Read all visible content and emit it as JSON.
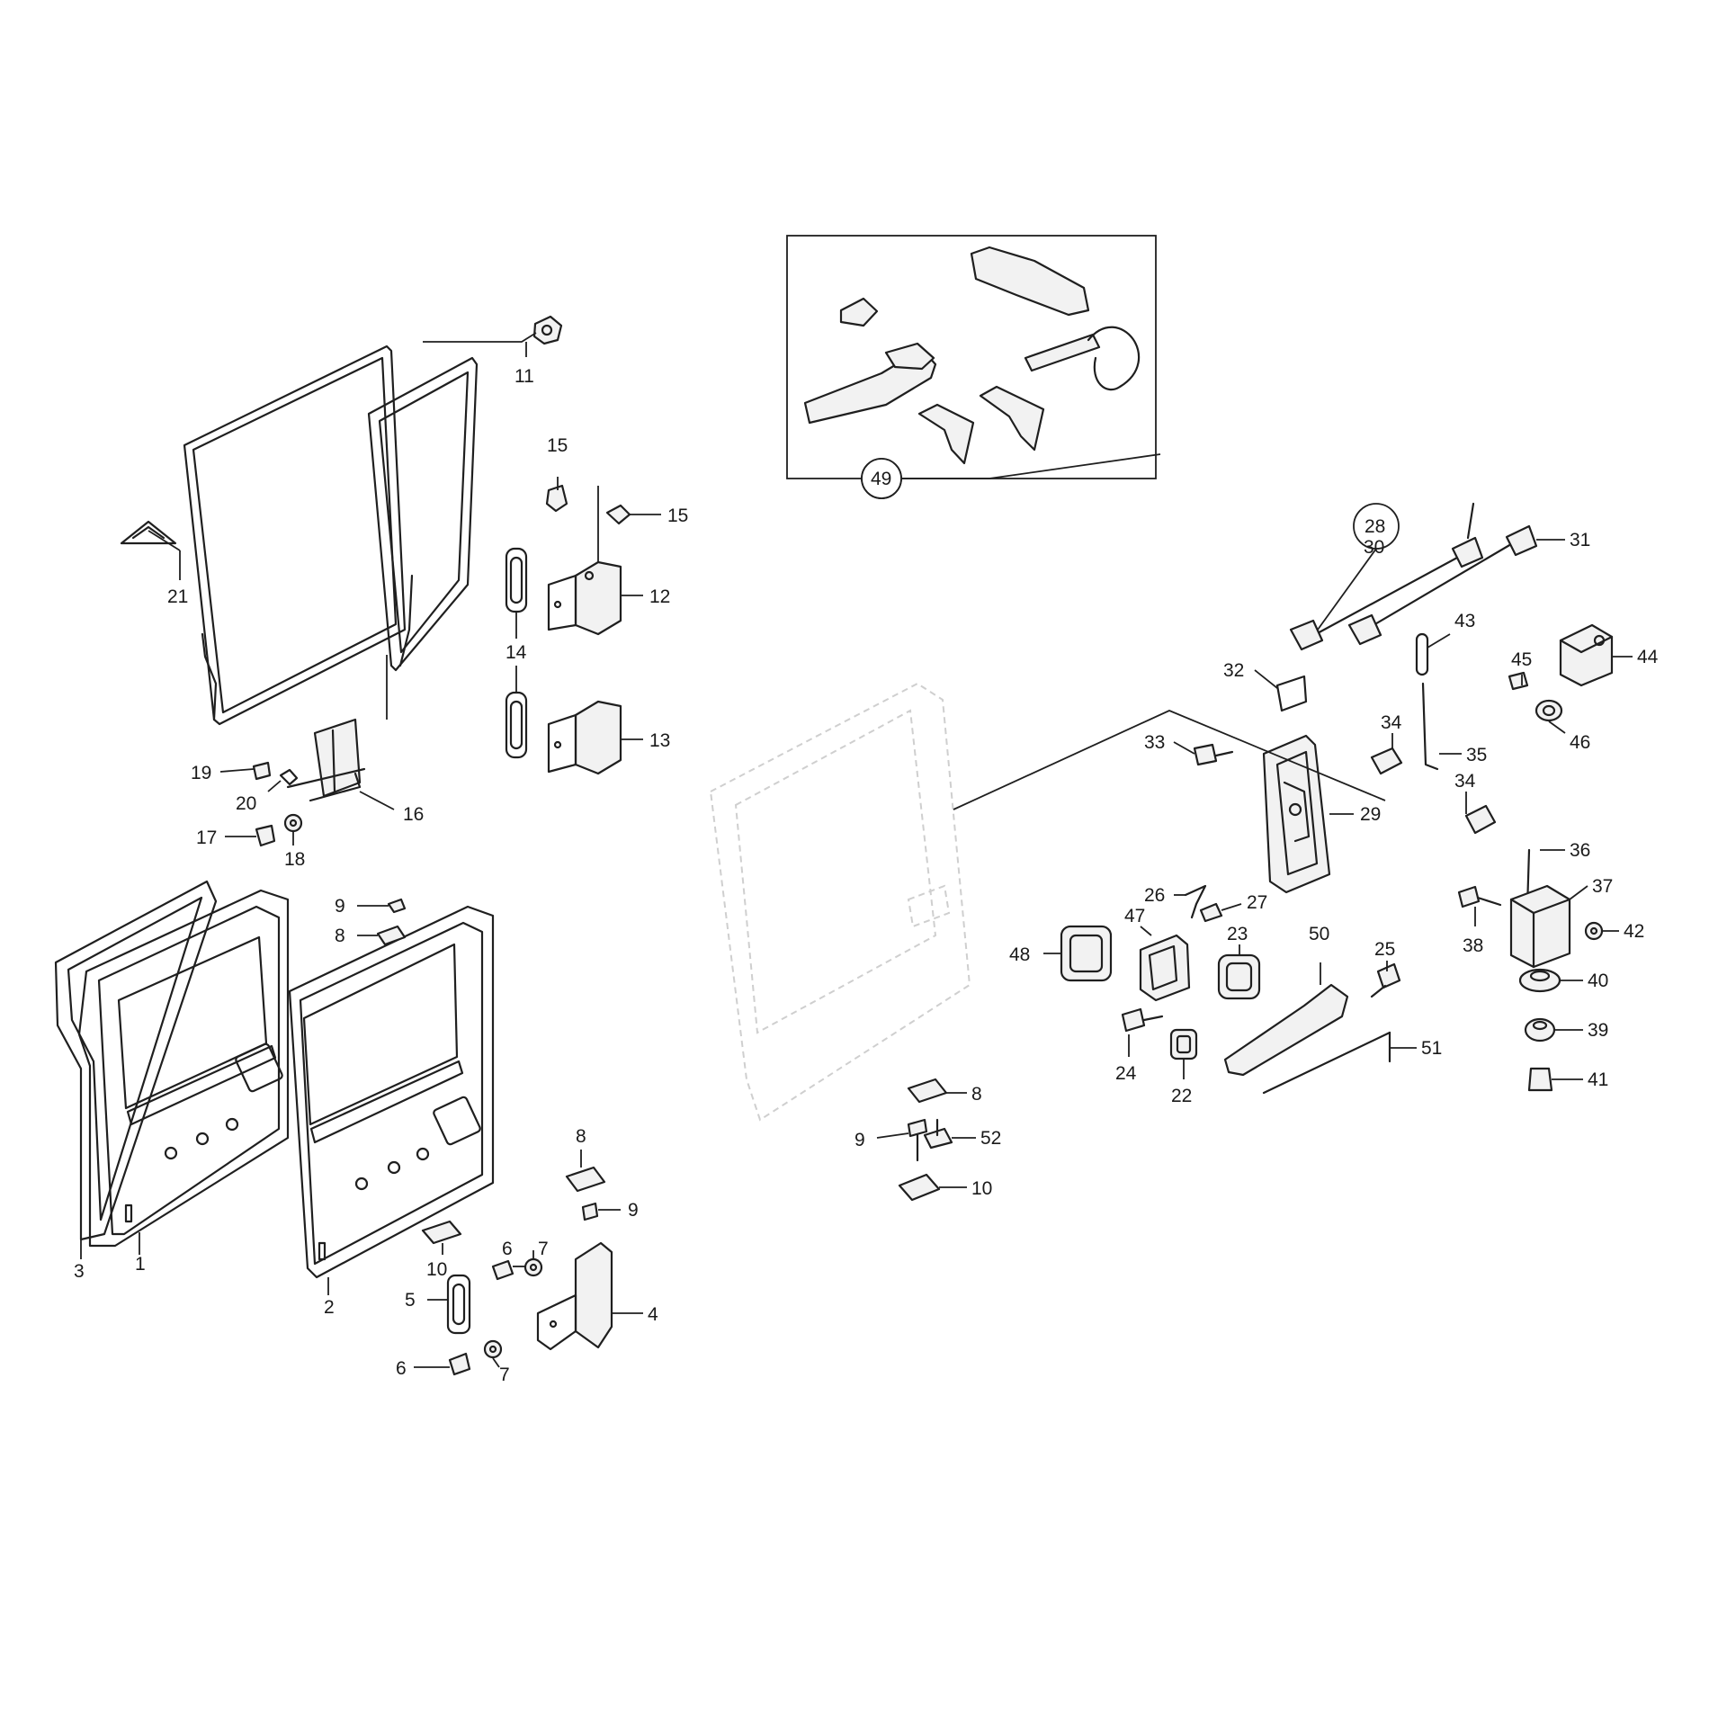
{
  "callouts": {
    "c1": "1",
    "c2": "2",
    "c3": "3",
    "c4": "4",
    "c5": "5",
    "c6": "6",
    "c7": "7",
    "c8": "8",
    "c9": "9",
    "c10": "10",
    "c11": "11",
    "c12": "12",
    "c13": "13",
    "c14": "14",
    "c15": "15",
    "c16": "16",
    "c17": "17",
    "c18": "18",
    "c19": "19",
    "c20": "20",
    "c21": "21",
    "c22": "22",
    "c23": "23",
    "c24": "24",
    "c25": "25",
    "c26": "26",
    "c27": "27",
    "c28": "28",
    "c29": "29",
    "c30": "30",
    "c31": "31",
    "c32": "32",
    "c33": "33",
    "c34": "34",
    "c35": "35",
    "c36": "36",
    "c37": "37",
    "c38": "38",
    "c39": "39",
    "c40": "40",
    "c41": "41",
    "c42": "42",
    "c43": "43",
    "c44": "44",
    "c45": "45",
    "c46": "46",
    "c47": "47",
    "c48": "48",
    "c49": "49",
    "c50": "50",
    "c51": "51",
    "c52": "52"
  }
}
